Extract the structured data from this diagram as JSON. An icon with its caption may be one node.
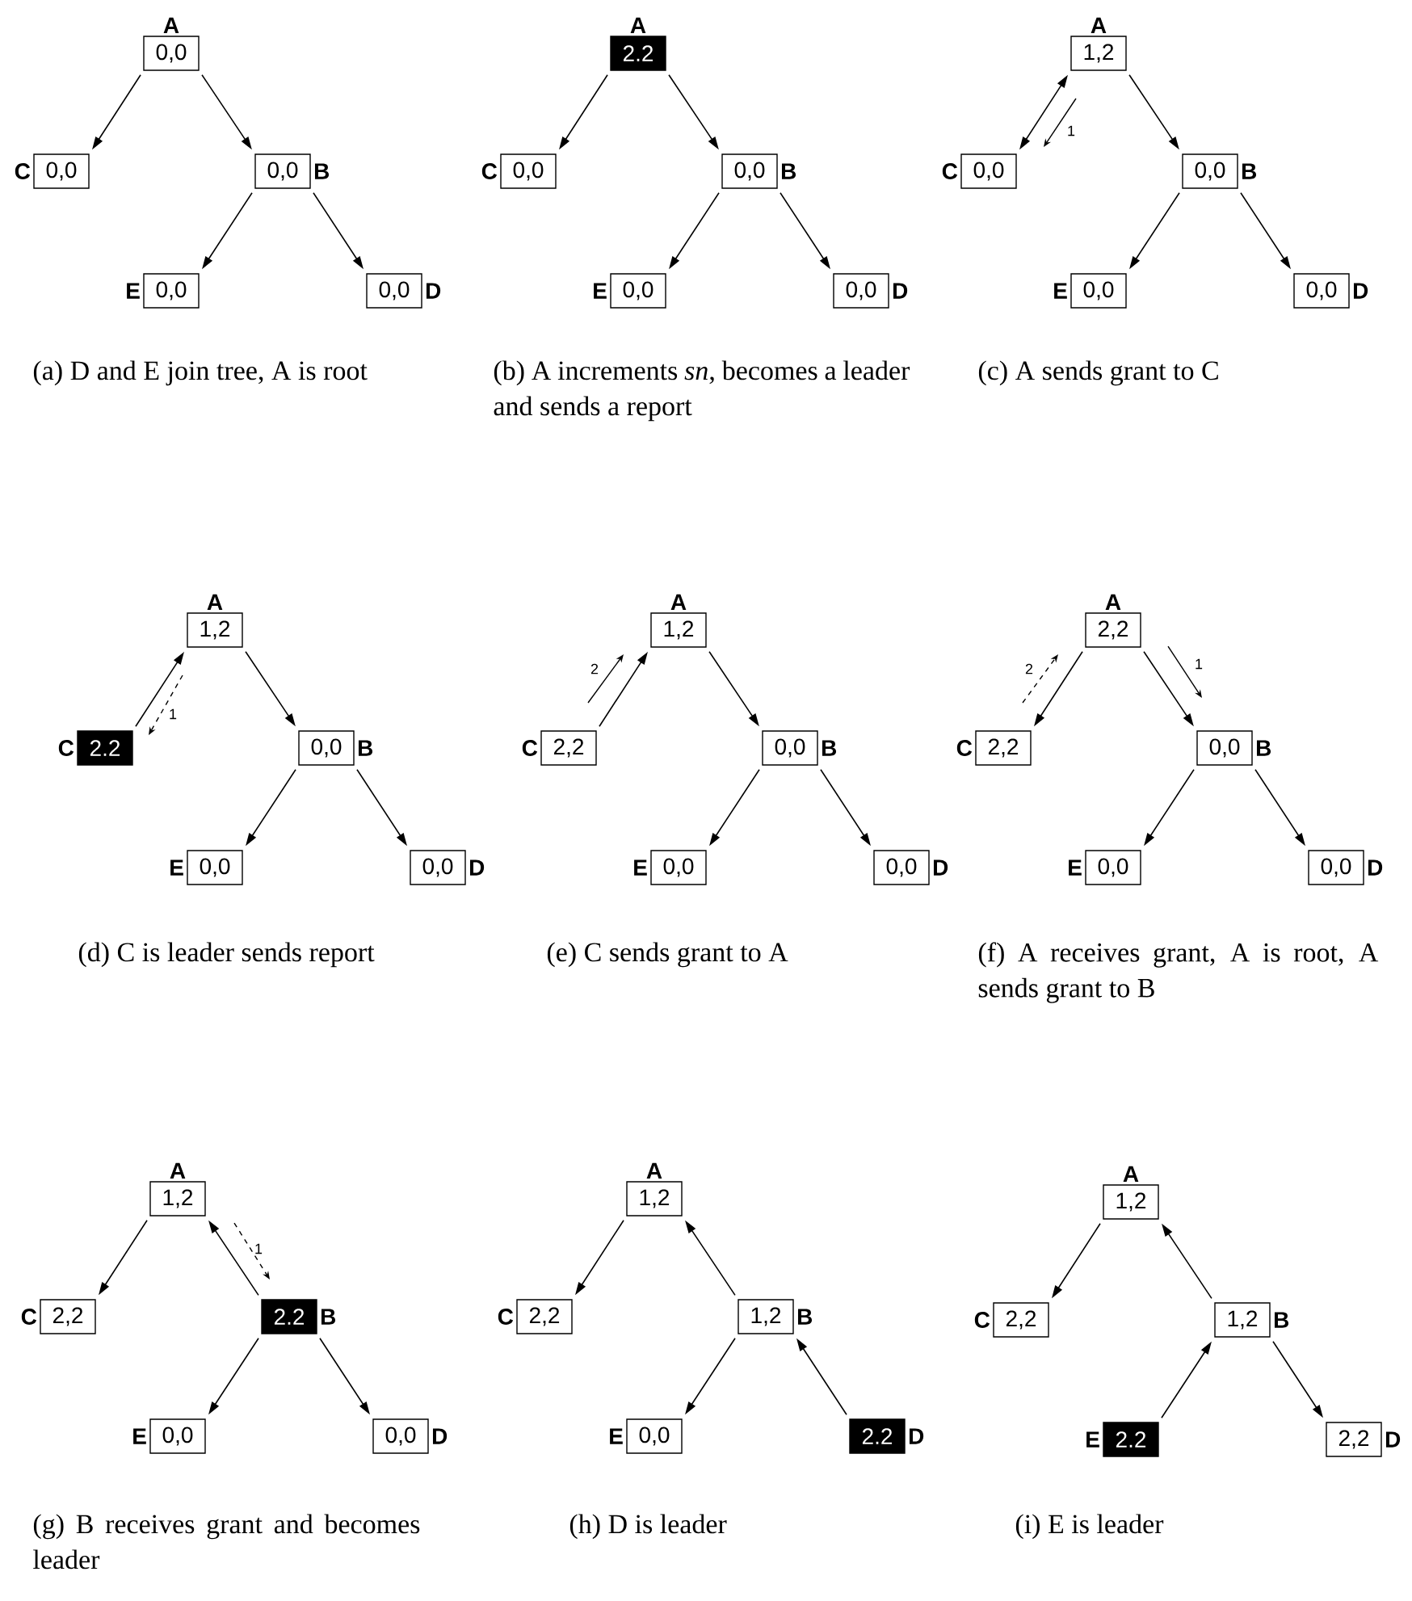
{
  "diagram": {
    "nodes": [
      {
        "text": [
          "0,0"
        ],
        "beside": [
          "A"
        ]
      },
      {
        "text": [
          "0,0"
        ],
        "beside": [
          "C"
        ]
      },
      {
        "text": [
          "0,0"
        ],
        "beside": [
          "B"
        ]
      },
      {
        "text": [
          "0,0"
        ],
        "beside": [
          "E"
        ]
      },
      {
        "text": [
          "0,0"
        ],
        "beside": [
          "D"
        ]
      },
      {
        "text": [
          "2.2"
        ],
        "beside": [
          "A"
        ]
      },
      {
        "text": [
          "0,0"
        ],
        "beside": [
          "C"
        ]
      },
      {
        "text": [
          "0,0"
        ],
        "beside": [
          "B"
        ]
      },
      {
        "text": [
          "0,0"
        ],
        "beside": [
          "E"
        ]
      },
      {
        "text": [
          "0,0"
        ],
        "beside": [
          "D"
        ]
      },
      {
        "text": [
          "1,2"
        ],
        "beside": [
          "A"
        ]
      },
      {
        "text": [
          "0,0"
        ],
        "beside": [
          "C"
        ]
      },
      {
        "text": [
          "0,0"
        ],
        "beside": [
          "B"
        ]
      },
      {
        "text": [
          "0,0"
        ],
        "beside": [
          "E"
        ]
      },
      {
        "text": [
          "0,0"
        ],
        "beside": [
          "D"
        ]
      },
      {
        "text": [
          "1,2"
        ],
        "beside": [
          "A"
        ]
      },
      {
        "text": [
          "2.2"
        ],
        "beside": [
          "C"
        ]
      },
      {
        "text": [
          "0,0"
        ],
        "beside": [
          "B"
        ]
      },
      {
        "text": [
          "0,0"
        ],
        "beside": [
          "E"
        ]
      },
      {
        "text": [
          "0,0"
        ],
        "beside": [
          "D"
        ]
      },
      {
        "text": [
          "1,2"
        ],
        "beside": [
          "A"
        ]
      },
      {
        "text": [
          "2,2"
        ],
        "beside": [
          "C"
        ]
      },
      {
        "text": [
          "0,0"
        ],
        "beside": [
          "B"
        ]
      },
      {
        "text": [
          "0,0"
        ],
        "beside": [
          "E"
        ]
      },
      {
        "text": [
          "0,0"
        ],
        "beside": [
          "D"
        ]
      },
      {
        "text": [
          "2,2"
        ],
        "beside": [
          "A"
        ]
      },
      {
        "text": [
          "2,2"
        ],
        "beside": [
          "C"
        ]
      },
      {
        "text": [
          "0,0"
        ],
        "beside": [
          "B"
        ]
      },
      {
        "text": [
          "0,0"
        ],
        "beside": [
          "E"
        ]
      },
      {
        "text": [
          "0,0"
        ],
        "beside": [
          "D"
        ]
      },
      {
        "text": [
          "1,2"
        ],
        "beside": [
          "A"
        ]
      },
      {
        "text": [
          "2,2"
        ],
        "beside": [
          "C"
        ]
      },
      {
        "text": [
          "2.2"
        ],
        "beside": [
          "B"
        ]
      },
      {
        "text": [
          "0,0"
        ],
        "beside": [
          "E"
        ]
      },
      {
        "text": [
          "0,0"
        ],
        "beside": [
          "D"
        ]
      },
      {
        "text": [
          "1,2"
        ],
        "beside": [
          "A"
        ]
      },
      {
        "text": [
          "2,2"
        ],
        "beside": [
          "C"
        ]
      },
      {
        "text": [
          "1,2"
        ],
        "beside": [
          "B"
        ]
      },
      {
        "text": [
          "0,0"
        ],
        "beside": [
          "E"
        ]
      },
      {
        "text": [
          "2.2"
        ],
        "beside": [
          "D"
        ]
      },
      {
        "text": [
          "1,2"
        ],
        "beside": [
          "A"
        ]
      },
      {
        "text": [
          "2,2"
        ],
        "beside": [
          "C"
        ]
      },
      {
        "text": [
          "1,2"
        ],
        "beside": [
          "B"
        ]
      },
      {
        "text": [
          "2.2"
        ],
        "beside": [
          "E"
        ]
      },
      {
        "text": [
          "2,2"
        ],
        "beside": [
          "D"
        ]
      }
    ],
    "edges": [
      {
        "from": 0,
        "to": 1,
        "arrow": "to"
      },
      {
        "from": 0,
        "to": 2,
        "arrow": "to"
      },
      {
        "from": 2,
        "to": 3,
        "arrow": "to"
      },
      {
        "from": 2,
        "to": 4,
        "arrow": "to"
      },
      {
        "from": 5,
        "to": 6,
        "arrow": "to"
      },
      {
        "from": 5,
        "to": 7,
        "arrow": "to"
      },
      {
        "from": 7,
        "to": 8,
        "arrow": "to"
      },
      {
        "from": 7,
        "to": 9,
        "arrow": "to"
      },
      {
        "from": 10,
        "to": 11,
        "arrow": "both"
      },
      {
        "from": 10,
        "to": 12,
        "arrow": "to"
      },
      {
        "from": 12,
        "to": 13,
        "arrow": "to"
      },
      {
        "from": 12,
        "to": 14,
        "arrow": "to"
      },
      {
        "from": 16,
        "to": 15,
        "arrow": "to"
      },
      {
        "from": 15,
        "to": 17,
        "arrow": "to"
      },
      {
        "from": 17,
        "to": 18,
        "arrow": "to"
      },
      {
        "from": 17,
        "to": 19,
        "arrow": "to"
      },
      {
        "from": 21,
        "to": 20,
        "arrow": "to"
      },
      {
        "from": 20,
        "to": 22,
        "arrow": "to"
      },
      {
        "from": 22,
        "to": 23,
        "arrow": "to"
      },
      {
        "from": 22,
        "to": 24,
        "arrow": "to"
      },
      {
        "from": 25,
        "to": 26,
        "arrow": "to"
      },
      {
        "from": 25,
        "to": 27,
        "arrow": "to"
      },
      {
        "from": 27,
        "to": 28,
        "arrow": "to"
      },
      {
        "from": 27,
        "to": 29,
        "arrow": "to"
      },
      {
        "from": 30,
        "to": 31,
        "arrow": "to"
      },
      {
        "from": 32,
        "to": 30,
        "arrow": "to"
      },
      {
        "from": 32,
        "to": 33,
        "arrow": "to"
      },
      {
        "from": 32,
        "to": 34,
        "arrow": "to"
      },
      {
        "from": 35,
        "to": 36,
        "arrow": "to"
      },
      {
        "from": 37,
        "to": 35,
        "arrow": "to"
      },
      {
        "from": 37,
        "to": 38,
        "arrow": "to"
      },
      {
        "from": 39,
        "to": 37,
        "arrow": "to"
      },
      {
        "from": 40,
        "to": 41,
        "arrow": "to"
      },
      {
        "from": 42,
        "to": 40,
        "arrow": "to"
      },
      {
        "from": 43,
        "to": 42,
        "arrow": "to"
      },
      {
        "from": 42,
        "to": 44,
        "arrow": "to"
      }
    ],
    "labels": [
      "1",
      "(a) D and E join tree, A is root",
      "(b) A increments *sn*, becomes a leader and sends a report",
      "(c) A sends grant to C",
      "1",
      "2",
      "2",
      "1",
      "(d) C is leader sends report",
      "(e) C sends grant to A",
      "(f) A receives grant, A is root, A sends grant to B",
      "1",
      "(g) B receives grant and becomes leader",
      "(h) D is leader",
      "(i) E is leader"
    ]
  }
}
